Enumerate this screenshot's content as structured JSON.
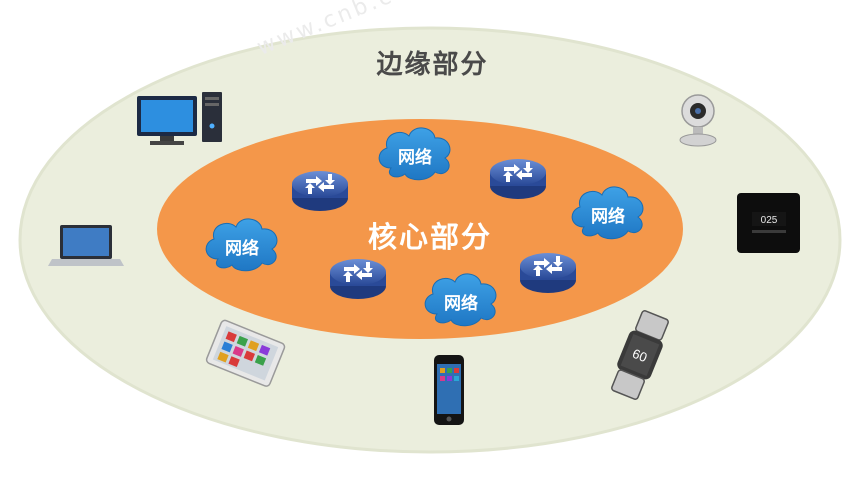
{
  "diagram": {
    "edge_label": "边缘部分",
    "core_label": "核心部分",
    "clouds": [
      {
        "label": "网络"
      },
      {
        "label": "网络"
      },
      {
        "label": "网络"
      },
      {
        "label": "网络"
      }
    ],
    "routers": [
      {
        "name": "router"
      },
      {
        "name": "router"
      },
      {
        "name": "router"
      },
      {
        "name": "router"
      }
    ],
    "edge_devices": [
      {
        "name": "desktop-computer"
      },
      {
        "name": "webcam"
      },
      {
        "name": "laptop"
      },
      {
        "name": "smart-meter"
      },
      {
        "name": "tablet"
      },
      {
        "name": "smartphone"
      },
      {
        "name": "smartwatch"
      }
    ],
    "colors": {
      "edge_fill": "#ebeedd",
      "edge_stroke": "#e2e5d0",
      "core_fill": "#f4974a",
      "cloud_fill": "#2e8fd8",
      "router_fill": "#3a5fb0"
    }
  }
}
